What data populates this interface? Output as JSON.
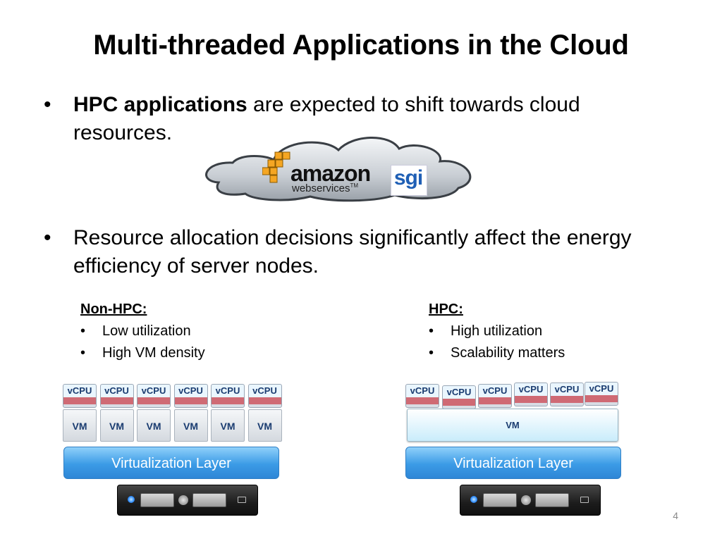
{
  "slide": {
    "title": "Multi-threaded Applications in the Cloud",
    "bullets": [
      {
        "bold": "HPC applications",
        "text": " are expected to shift towards cloud resources."
      },
      {
        "bold": "",
        "text": "Resource allocation decisions significantly affect the energy efficiency of server nodes."
      }
    ],
    "bullet_symbol": "•",
    "page_number": "4"
  },
  "cloud": {
    "logos": {
      "amazon": "amazon",
      "aws": "webservices",
      "tm": "TM",
      "sgi": "sgi"
    }
  },
  "non_hpc": {
    "heading": "Non-HPC:",
    "points": [
      "Low utilization",
      "High VM density"
    ],
    "vcpu_label": "vCPU",
    "vm_label": "VM",
    "count": 6,
    "virtualization_label": "Virtualization Layer"
  },
  "hpc": {
    "heading": "HPC:",
    "points": [
      "High utilization",
      "Scalability matters"
    ],
    "vcpu_label": "vCPU",
    "vm_label": "VM",
    "count": 6,
    "virtualization_label": "Virtualization Layer"
  },
  "colors": {
    "virtualization": "#3b9be6",
    "vcpu_band": "#cf6a74",
    "label_blue": "#1a3c70"
  }
}
